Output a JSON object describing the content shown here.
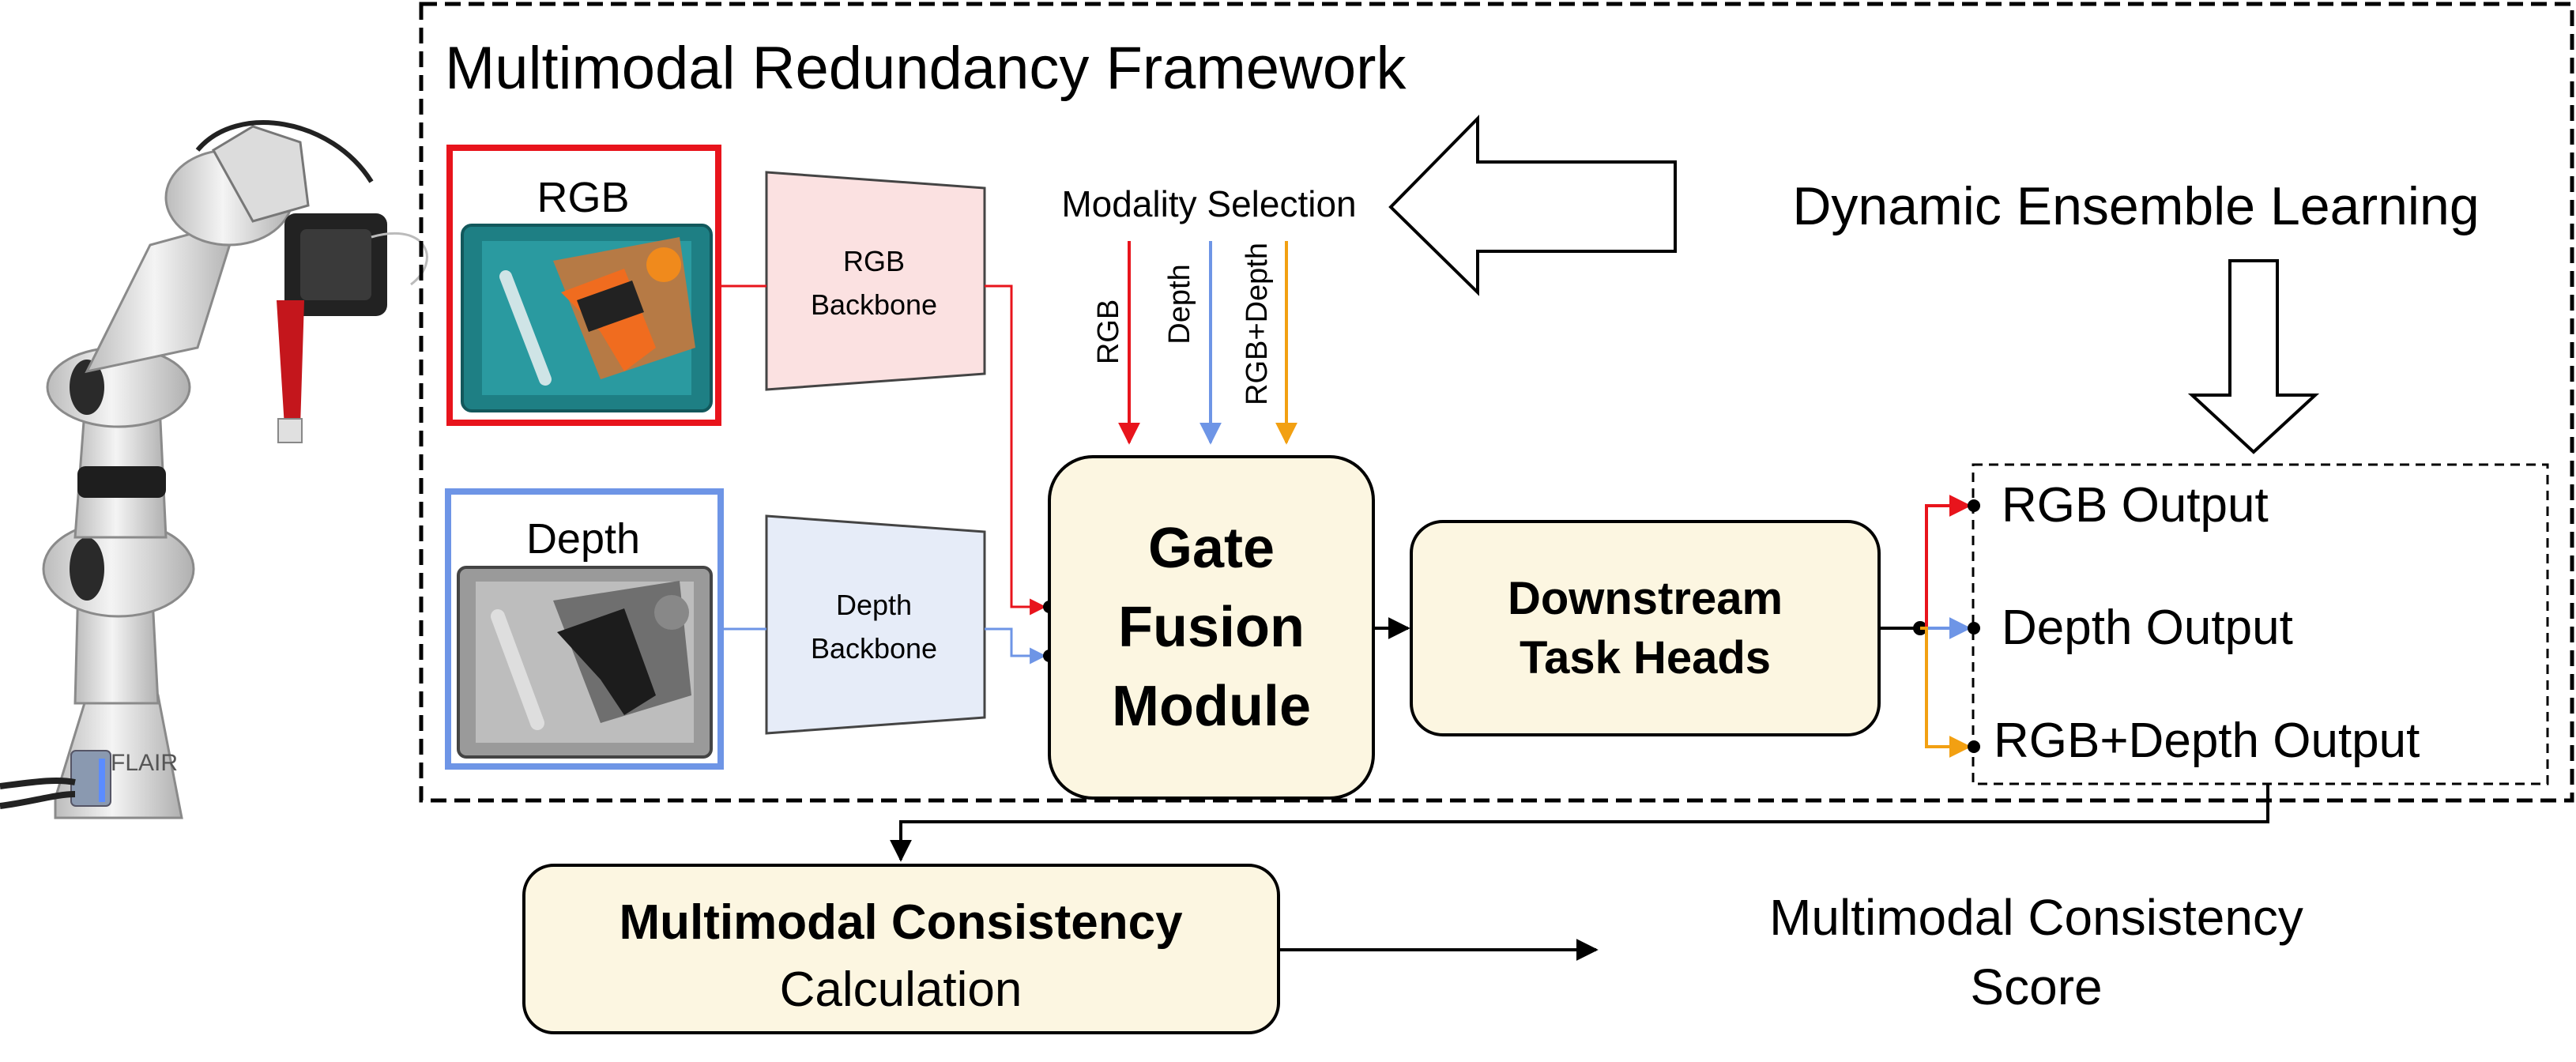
{
  "framework": {
    "title": "Multimodal Redundancy Framework"
  },
  "inputs": {
    "rgb": {
      "label": "RGB",
      "color": "#e8141c"
    },
    "depth": {
      "label": "Depth",
      "color": "#6e95e6"
    }
  },
  "backbones": {
    "rgb": {
      "line1": "RGB",
      "line2": "Backbone",
      "fill": "#fbe1e1"
    },
    "depth": {
      "line1": "Depth",
      "line2": "Backbone",
      "fill": "#e6ecf8"
    }
  },
  "modality_selection": {
    "title": "Modality Selection",
    "options": [
      {
        "label": "RGB",
        "color": "#e8141c"
      },
      {
        "label": "Depth",
        "color": "#6e95e6"
      },
      {
        "label": "RGB+Depth",
        "color": "#f2a012"
      }
    ]
  },
  "gate_fusion": {
    "line1": "Gate",
    "line2": "Fusion",
    "line3": "Module"
  },
  "task_heads": {
    "line1": "Downstream",
    "line2": "Task Heads"
  },
  "outputs": [
    "RGB Output",
    "Depth Output",
    "RGB+Depth Output"
  ],
  "dynamic_ensemble": {
    "label": "Dynamic Ensemble Learning"
  },
  "consistency_calc": {
    "line1": "Multimodal Consistency",
    "line2": "Calculation"
  },
  "consistency_score": {
    "line1": "Multimodal Consistency",
    "line2": "Score"
  },
  "robot": {
    "brand_text": "FLAIR"
  },
  "colors": {
    "module_fill": "#fcf6e1",
    "orange": "#f2a012"
  }
}
